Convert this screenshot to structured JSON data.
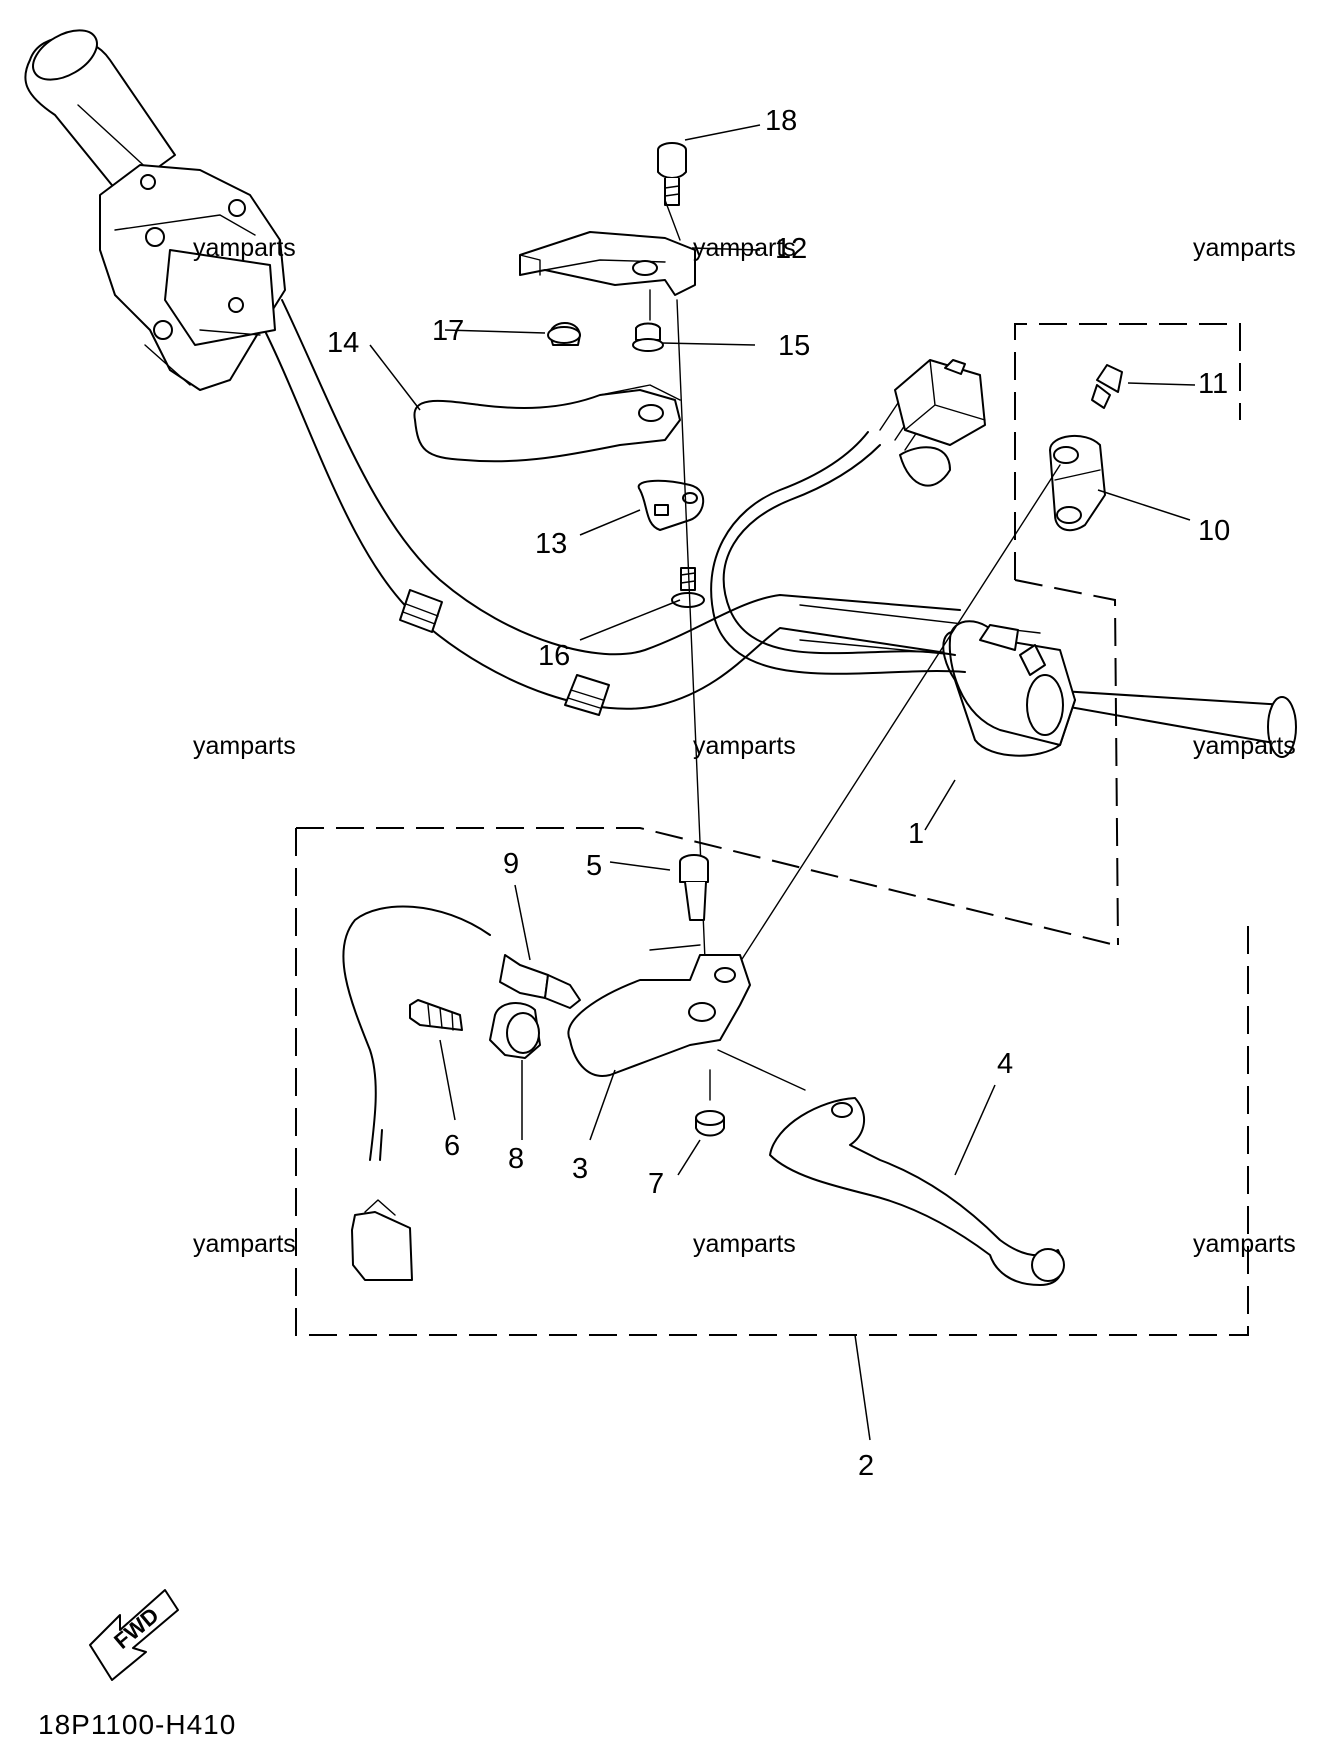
{
  "diagram": {
    "drawing_code": "18P1100-H410",
    "fwd_label": "FWD",
    "watermark_text": "yamparts",
    "callouts": [
      "1",
      "2",
      "3",
      "4",
      "5",
      "6",
      "7",
      "8",
      "9",
      "10",
      "11",
      "12",
      "13",
      "14",
      "15",
      "16",
      "17",
      "18"
    ],
    "icons": [
      "fwd-arrow-icon"
    ]
  }
}
